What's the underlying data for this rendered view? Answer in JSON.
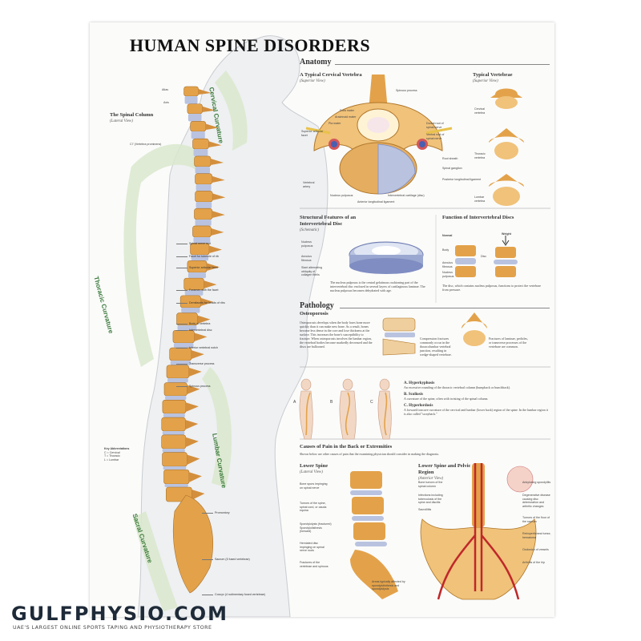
{
  "title": "HUMAN SPINE DISORDERS",
  "sections": {
    "anatomy": "Anatomy",
    "pathology": "Pathology",
    "osteoporosis": "Osteoporosis",
    "causes": "Causes of Pain in the Back or Extremities"
  },
  "left": {
    "spinal_column": "The Spinal Column",
    "spinal_column_sub": "(Lateral View)",
    "atlas": "Atlas",
    "axis": "Axis",
    "c7": "C7 (Vertebra prominens)",
    "cervical": "Cervical Curvature",
    "thoracic": "Thoracic Curvature",
    "lumbar": "Lumbar Curvature",
    "sacral": "Sacral Curvature",
    "key_title": "Key Abbreviations",
    "key_c": "C = Cervical",
    "key_t": "T = Thoracic",
    "key_l": "L = Lumbar",
    "spine_labels": [
      "Spinal nerve root",
      "Facet for tubercle of rib",
      "Superior articular facet",
      "Foramen with the facet",
      "Demifacets for heads of ribs",
      "Body of vertebra",
      "Intervertebral disc",
      "Inferior vertebral notch",
      "Transverse process",
      "Spinous process",
      "Promontory",
      "Sacrum (5 fused vertebrae)",
      "Coccyx (4 rudimentary fused vertebrae)"
    ]
  },
  "anatomy": {
    "cervical_title": "A Typical Cervical Vertebra",
    "cervical_sub": "(Superior View)",
    "cervical_labels": [
      "Spinous process",
      "Dura mater",
      "Arachnoid mater",
      "Pia mater",
      "Superior articular facet",
      "Vertebral artery",
      "Dorsal root of spinal nerve",
      "Ventral root of spinal nerve",
      "Root sheath",
      "Spinal ganglion",
      "Posterior longitudinal ligament",
      "Nucleus pulposus",
      "Anterior longitudinal ligament",
      "Intervertebral cartilage (disc)"
    ],
    "typical_title": "Typical Vertebrae",
    "typical_sub": "(Superior View)",
    "typical_labels": [
      "Cervical vertebra",
      "Thoracic vertebra",
      "Lumbar vertebra"
    ],
    "disc_title": "Structural Features of an Intervertebral Disc",
    "disc_sub": "(Schematic)",
    "disc_labels": [
      "Nucleus pulposus",
      "Annulus fibrosus",
      "Slant alternating obliquity of collagen fibrils"
    ],
    "disc_text": "The nucleus pulposus is the central gelatinous cushioning part of the intervertebral disc enclosed in several layers of cartilaginous laminae. The nucleus pulposus becomes dehydrated with age.",
    "function_title": "Function of Intervertebral Discs",
    "function_labels": [
      "Normal",
      "Weight",
      "Body",
      "Disc",
      "Annulus fibrosus",
      "Nucleus pulposus"
    ],
    "function_text": "The disc, which contains nucleus pulposus, functions to protect the vertebrae from pressure."
  },
  "pathology": {
    "osteo_text": "Osteoporosis develops when the body loses bone more quickly than it can make new bone. As a result, bones become less dense in the core and lose thickness at the surface. This increases the bone's susceptibility to fracture. When osteoporosis involves the lumbar region, the vertebral bodies become markedly decreased and the discs are ballooned.",
    "compression_text": "Compression fractures commonly occur in the thoracolumbar vertebral junction, resulting in wedge-shaped vertebrae.",
    "fracture_text": "Fractures of laminae, pedicles, or transverse processes of the vertebrae are common.",
    "figure_letters": [
      "A",
      "B",
      "C"
    ],
    "conditions": [
      {
        "name": "A. Hyperkyphosis",
        "desc": "An excessive rounding of the thoracic vertebral column (humpback or hunchback)."
      },
      {
        "name": "B. Scoliosis",
        "desc": "A curvature of the spine, often with twisting of the spinal column."
      },
      {
        "name": "C. Hyperlordosis",
        "desc": "A forward/concave curvature of the cervical and lumbar (lower back) region of the spine. In the lumbar region it is also called \"swayback.\""
      }
    ]
  },
  "causes": {
    "intro": "Shown below are other causes of pain that the examining physician should consider in making the diagnosis.",
    "lower_title": "Lower Spine",
    "lower_sub": "(Lateral View)",
    "lower_labels": [
      "Bone spurs impinging on spinal nerve",
      "Tumors of the spine, spinal cord, or cauda equina",
      "Spondylolysis (fractured) Spondylolisthesis (forward)",
      "Herniated disc impinging on spinal nerve roots",
      "Fractures of the vertebrae and spinous",
      "Areas typically affected by spondylolisthesis and spondylolysis"
    ],
    "pelvic_title": "Lower Spine and Pelvic Region",
    "pelvic_sub": "(Anterior View)",
    "pelvic_labels": [
      "Bone tumors of the spinal column",
      "Infections including tuberculosis of the spine and discitis",
      "Sacroiliitis",
      "Ankylosing spondylitis",
      "Degenerative disease causing disc deterioration and arthritic changes",
      "Tumors of the floor of the sacrum",
      "Retroperitoneal tumor, hematoma",
      "Occlusion of vessels",
      "Arthritis of the hip"
    ]
  },
  "brand": {
    "name": "GULFPHYSIO.COM",
    "tagline": "UAE'S LARGEST ONLINE SPORTS TAPING AND PHYSIOTHERAPY STORE",
    "logo_letter": "G"
  },
  "colors": {
    "bone": "#e3a24a",
    "disc": "#b9c3e0",
    "green_band": "#d9e8cc",
    "curve_text": "#3a7a3a",
    "brand_dark": "#1e2a38",
    "brand_green": "#8cc63f"
  }
}
